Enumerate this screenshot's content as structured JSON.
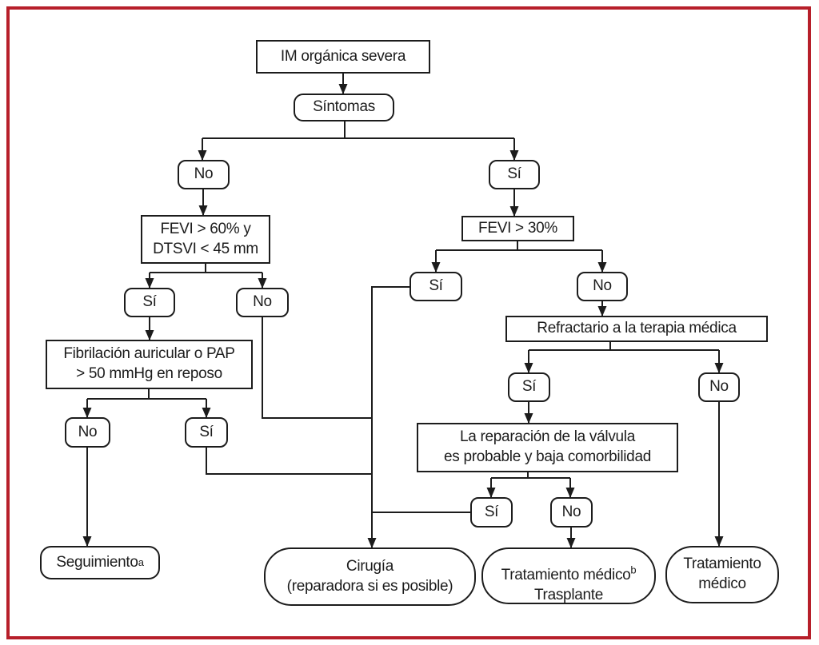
{
  "figure": {
    "type": "flowchart",
    "language": "es",
    "border_color": "#b71f2a",
    "line_color": "#1c1c1c",
    "background": "#ffffff"
  },
  "nodes": {
    "im_organica_severa": "IM orgánica severa",
    "sintomas": "Síntomas",
    "sintomas_no": "No",
    "sintomas_si": "Sí",
    "fevi_60": "FEVI > 60% y\nDTSVI < 45 mm",
    "fevi_60_si": "Sí",
    "fevi_60_no": "No",
    "fibrilacion_pap": "Fibrilación auricular o PAP\n> 50 mmHg en reposo",
    "fibrilacion_no": "No",
    "fibrilacion_si": "Sí",
    "seguimiento": {
      "text": "Seguimiento",
      "sup": "a"
    },
    "fevi_30": "FEVI > 30%",
    "fevi_30_si": "Sí",
    "fevi_30_no": "No",
    "refractario": "Refractario a la terapia médica",
    "refractario_si": "Sí",
    "refractario_no": "No",
    "reparacion_valvula": "La reparación de la válvula\nes probable y baja comorbilidad",
    "reparacion_si": "Sí",
    "reparacion_no": "No",
    "cirugia": "Cirugía\n(reparadora si es posible)",
    "tratamiento_trasplante": {
      "line1": "Tratamiento médico",
      "sup": "b",
      "line2": "Trasplante"
    },
    "tratamiento_medico": "Tratamiento\nmédico"
  },
  "edges": [
    {
      "from": "im_organica_severa",
      "to": "sintomas"
    },
    {
      "from": "sintomas",
      "to": "sintomas_no"
    },
    {
      "from": "sintomas",
      "to": "sintomas_si"
    },
    {
      "from": "sintomas_no",
      "to": "fevi_60"
    },
    {
      "from": "fevi_60",
      "to": "fevi_60_si"
    },
    {
      "from": "fevi_60",
      "to": "fevi_60_no"
    },
    {
      "from": "fevi_60_si",
      "to": "fibrilacion_pap"
    },
    {
      "from": "fibrilacion_pap",
      "to": "fibrilacion_no"
    },
    {
      "from": "fibrilacion_pap",
      "to": "fibrilacion_si"
    },
    {
      "from": "fibrilacion_no",
      "to": "seguimiento"
    },
    {
      "from": "fibrilacion_si",
      "to": "cirugia"
    },
    {
      "from": "fevi_60_no",
      "to": "cirugia"
    },
    {
      "from": "sintomas_si",
      "to": "fevi_30"
    },
    {
      "from": "fevi_30",
      "to": "fevi_30_si"
    },
    {
      "from": "fevi_30",
      "to": "fevi_30_no"
    },
    {
      "from": "fevi_30_si",
      "to": "cirugia"
    },
    {
      "from": "fevi_30_no",
      "to": "refractario"
    },
    {
      "from": "refractario",
      "to": "refractario_si"
    },
    {
      "from": "refractario",
      "to": "refractario_no"
    },
    {
      "from": "refractario_si",
      "to": "reparacion_valvula"
    },
    {
      "from": "refractario_no",
      "to": "tratamiento_medico"
    },
    {
      "from": "reparacion_valvula",
      "to": "reparacion_si"
    },
    {
      "from": "reparacion_valvula",
      "to": "reparacion_no"
    },
    {
      "from": "reparacion_si",
      "to": "cirugia"
    },
    {
      "from": "reparacion_no",
      "to": "tratamiento_trasplante"
    }
  ]
}
